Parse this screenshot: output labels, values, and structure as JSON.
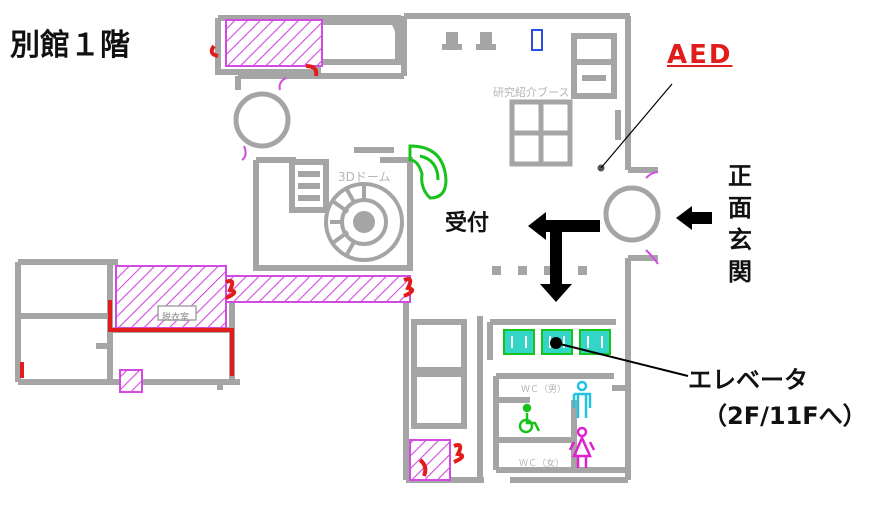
{
  "title": "別館１階",
  "labels": {
    "aed": "AED",
    "reception": "受付",
    "entrance": "正面玄関",
    "elevator": "エレベータ",
    "elevator_floors": "（2F/11Fへ）",
    "dome": "3Dドーム",
    "research_booth": "研究紹介ブース",
    "wc_men": "ＷＣ（男）",
    "wc_women": "ＷＣ（女）",
    "coat_room": "脱衣室"
  },
  "colors": {
    "wall": "#a5a5a5",
    "hatch": "#d14be0",
    "red": "#e21b1b",
    "green": "#17c21b",
    "elevator": "#33d6c6",
    "men": "#23c3e0",
    "women": "#e020cf",
    "arrow": "#000000"
  },
  "icons": [
    "wheelchair-icon",
    "men-icon",
    "women-icon",
    "elevator-icon",
    "aed-marker-icon"
  ]
}
